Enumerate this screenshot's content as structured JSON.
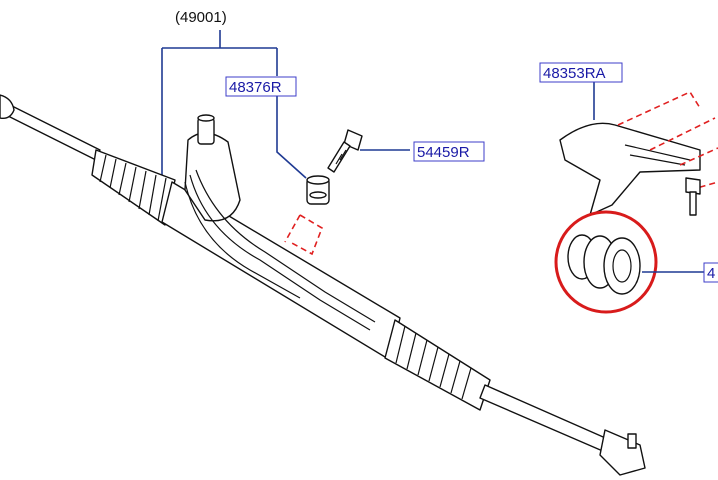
{
  "header": {
    "cut_text": "",
    "assembly_code": "(49001)"
  },
  "labels": {
    "grommet": "48376R",
    "bolt": "54459R",
    "bracket": "48353RA",
    "bushing": "4"
  },
  "colors": {
    "label_text": "#1a1aa6",
    "leader_line": "#1f3a93",
    "highlight": "#d81b1b",
    "dashed": "#e02020",
    "part_outline": "#111111"
  }
}
